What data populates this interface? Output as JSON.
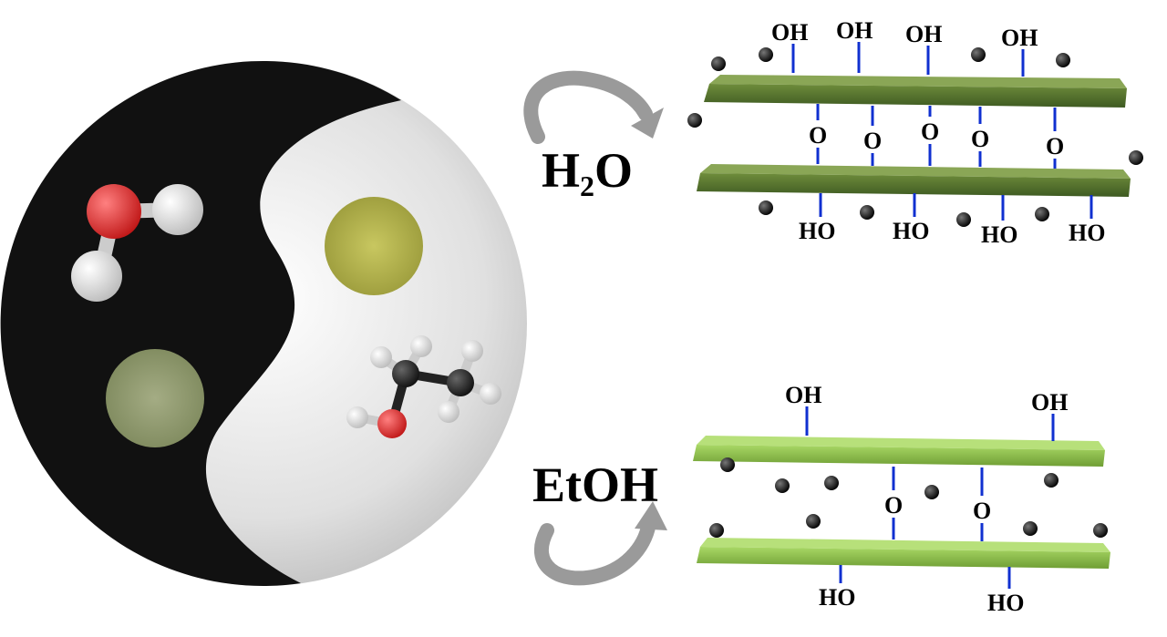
{
  "left_panel": {
    "yin_dark_color": "#111111",
    "yin_light_color": "#e6e6e6",
    "powder_dark_color": "#8f9a6e",
    "powder_light_color": "#b9b850",
    "molecules": [
      "water-molecule",
      "ethanol-molecule"
    ]
  },
  "labels": {
    "water": "H",
    "water_sub": "2",
    "water_end": "O",
    "ethanol": "EtOH"
  },
  "groups": {
    "hydroxyl": "OH",
    "hydroxyl_rev": "HO",
    "oxygen": "O"
  },
  "colors": {
    "sheet_water": "#4f6b2c",
    "sheet_ethanol": "#8ec04a",
    "bond": "#1030d0",
    "arrow": "#999999",
    "dot": "#111111"
  }
}
